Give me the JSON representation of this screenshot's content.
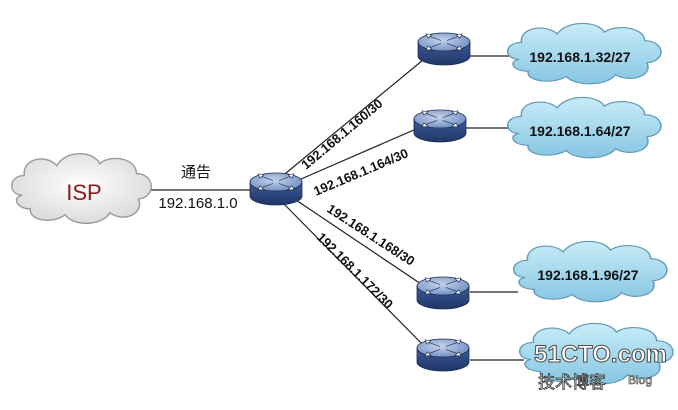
{
  "isp": {
    "label": "ISP"
  },
  "uplink": {
    "note": "通告",
    "network": "192.168.1.0"
  },
  "links": [
    {
      "subnet": "192.168.1.160/30"
    },
    {
      "subnet": "192.168.1.164/30"
    },
    {
      "subnet": "192.168.1.168/30"
    },
    {
      "subnet": "192.168.1.172/30"
    }
  ],
  "lans": [
    {
      "network": "192.168.1.32/27"
    },
    {
      "network": "192.168.1.64/27"
    },
    {
      "network": "192.168.1.96/27"
    },
    {
      "network": ""
    }
  ],
  "watermark": {
    "site": "51CTO.com",
    "text": "技术博客",
    "blog": "Blog"
  },
  "colors": {
    "cloud_blue": "#9fd5ea",
    "cloud_stroke": "#5f99b8",
    "isp_cloud": "#e9e9e9",
    "isp_text": "#8b1a1a",
    "router_top": "#8ea7cf",
    "router_side": "#2d4a86"
  }
}
